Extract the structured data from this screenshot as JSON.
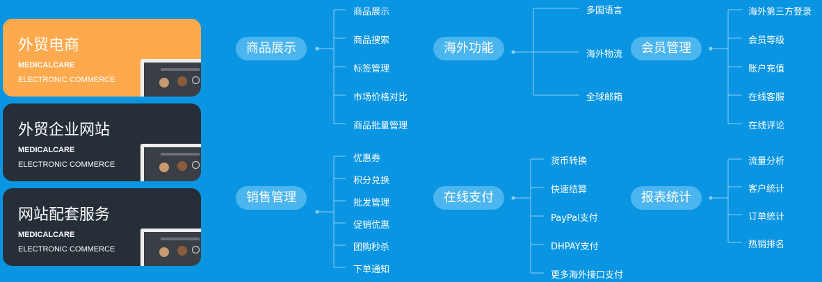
{
  "cards": [
    {
      "title": "外贸电商",
      "sub1": "MEDICALCARE",
      "sub2": "ELECTRONIC COMMERCE"
    },
    {
      "title": "外贸企业网站",
      "sub1": "MEDICALCARE",
      "sub2": "ELECTRONIC COMMERCE"
    },
    {
      "title": "网站配套服务",
      "sub1": "MEDICALCARE",
      "sub2": "ELECTRONIC COMMERCE"
    }
  ],
  "groups": {
    "product": {
      "label": "商品展示",
      "items": [
        "商品展示",
        "商品搜索",
        "标签管理",
        "市场价格对比",
        "商品批量管理"
      ]
    },
    "overseas": {
      "label": "海外功能",
      "items": [
        "多国语言",
        "海外物流",
        "全球邮箱"
      ]
    },
    "member": {
      "label": "会员管理",
      "items": [
        "海外第三方登录",
        "会员等级",
        "账户充值",
        "在线客服",
        "在线评论"
      ]
    },
    "sales": {
      "label": "销售管理",
      "items": [
        "优惠券",
        "积分兑换",
        "批发管理",
        "促销优惠",
        "团购秒杀",
        "下单通知"
      ]
    },
    "payment": {
      "label": "在线支付",
      "items": [
        "货币转换",
        "快速结算",
        "PayPal支付",
        "DHPAY支付",
        "更多海外接口支付"
      ]
    },
    "reports": {
      "label": "报表统计",
      "items": [
        "流量分析",
        "客户统计",
        "订单统计",
        "热销排名"
      ]
    }
  }
}
